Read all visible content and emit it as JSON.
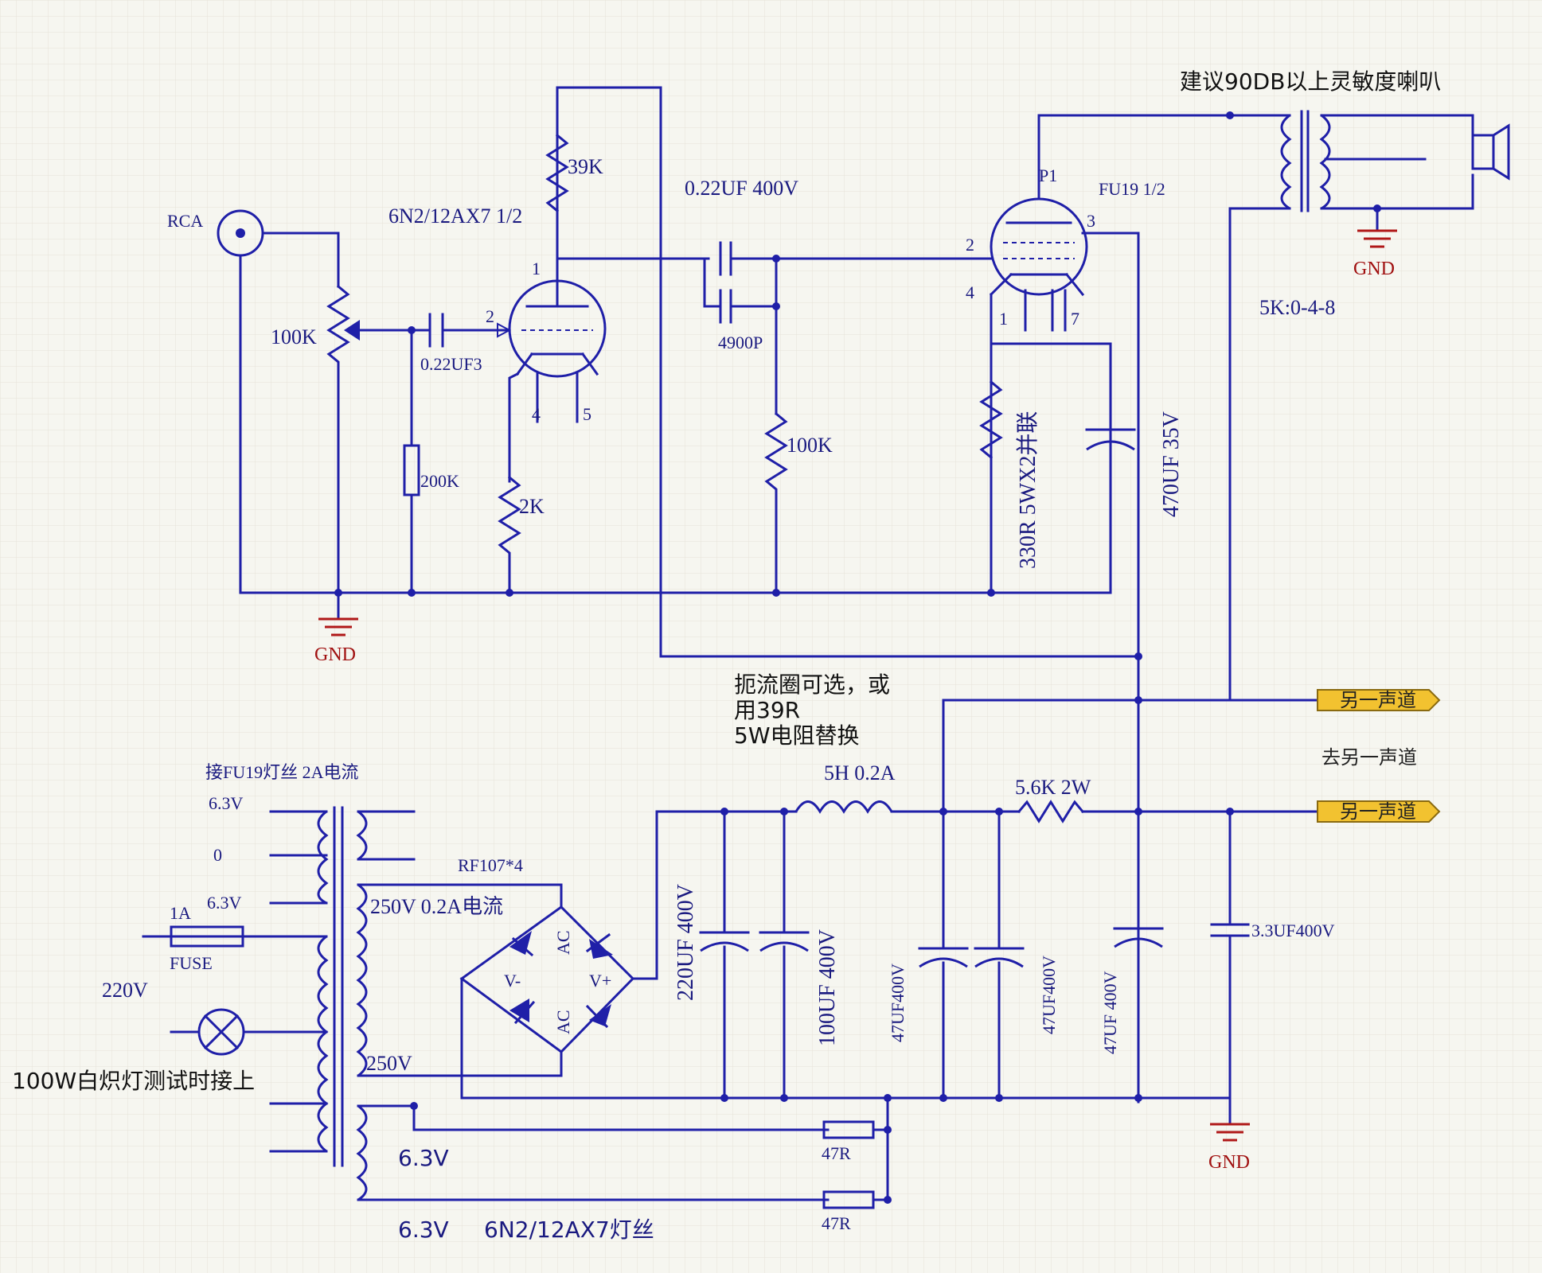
{
  "labels": {
    "rca": "RCA",
    "pot": "100K",
    "c_in": "0.22UF3",
    "r200k": "200K",
    "r2k": "2K",
    "r39k": "39K",
    "v1": "6N2/12AX7 1/2",
    "pin1": "1",
    "pin2": "2",
    "pin4": "4",
    "pin5": "5",
    "c_coup": "0.22UF 400V",
    "c4900": "4900P",
    "r100k": "100K",
    "v2": "FU19 1/2",
    "p1": "P1",
    "p2_2": "2",
    "p2_3": "3",
    "p2_4": "4",
    "p2_1": "1",
    "p2_7": "7",
    "r330": "330R 5WX2并联",
    "c470": "470UF 35V",
    "speaker_note": "建议90DB以上灵敏度喇叭",
    "gnd": "GND",
    "ratio": "5K:0-4-8",
    "choke_note_1": "扼流圈可选，或",
    "choke_note_2": "用39R",
    "choke_note_3": "5W电阻替换",
    "choke": "5H 0.2A",
    "r56k": "5.6K 2W",
    "port1": "另一声道",
    "port2": "另一声道",
    "to_other": "去另一声道",
    "fil_fu19": "接FU19灯丝 2A电流",
    "v63a": "6.3V",
    "v0": "0",
    "v63b": "6.3V",
    "fuse_a": "1A",
    "fuse": "FUSE",
    "v220": "220V",
    "lamp_note": "100W白炽灯测试时接上",
    "rf107": "RF107*4",
    "hv": "250V 0.2A电流",
    "v250": "250V",
    "ac1": "AC",
    "ac2": "AC",
    "vminus": "V-",
    "vplus": "V+",
    "c220": "220UF 400V",
    "c100": "100UF 400V",
    "c47a": "47UF400V",
    "c47b": "47UF400V",
    "c47c": "47UF 400V",
    "c33": "3.3UF400V",
    "r47a": "47R",
    "r47b": "47R",
    "fil1": "6.3V",
    "fil2": "6.3V",
    "fil2_note": "6N2/12AX7灯丝"
  }
}
